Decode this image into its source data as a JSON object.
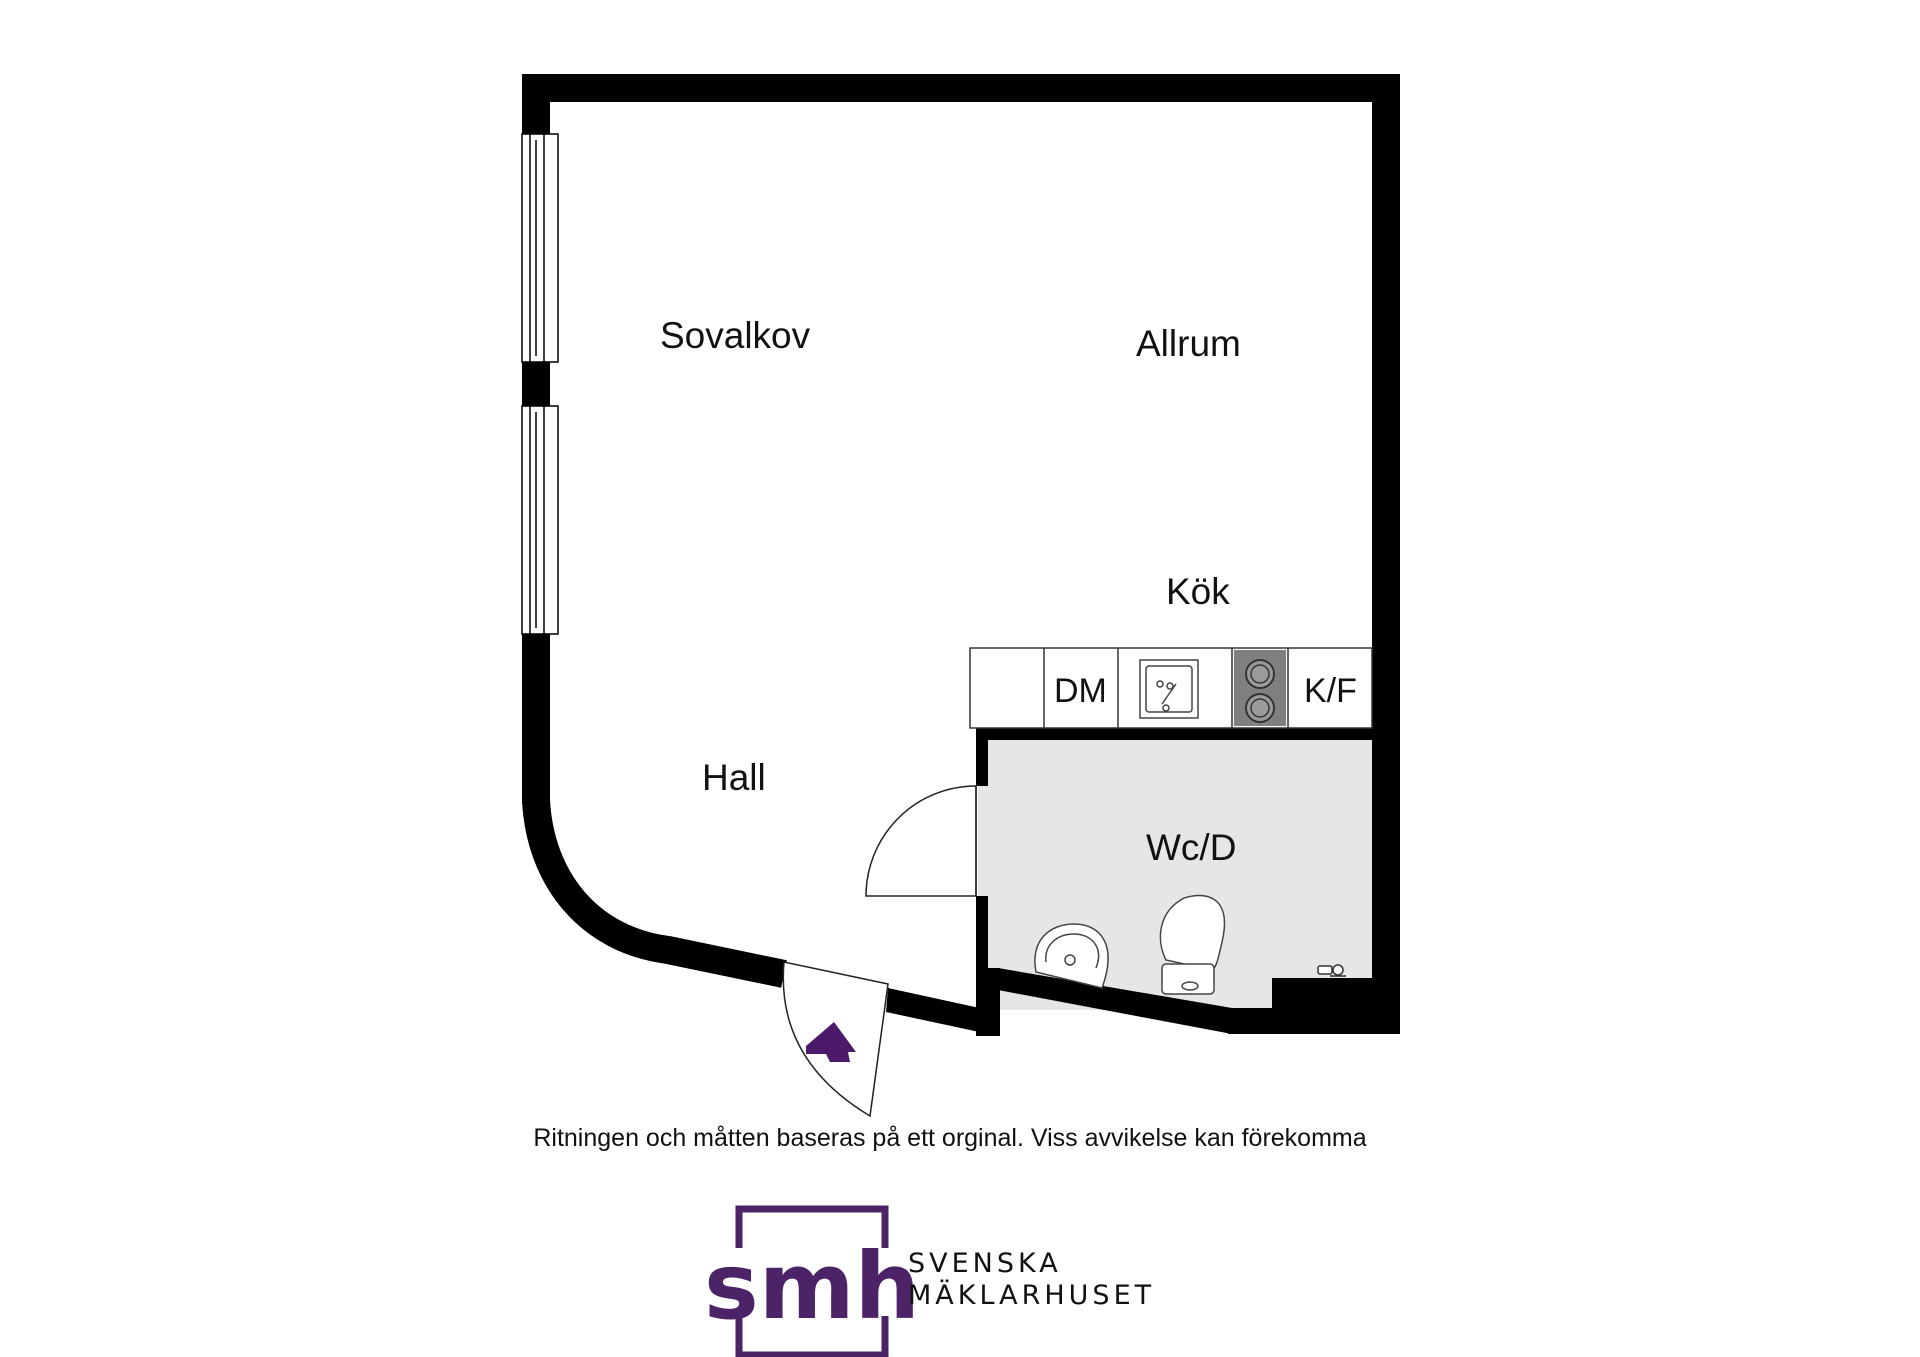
{
  "rooms": {
    "sovalkov": "Sovalkov",
    "allrum": "Allrum",
    "kok": "Kök",
    "hall": "Hall",
    "wc": "Wc/D"
  },
  "fixtures": {
    "dishwasher": "DM",
    "fridge_freezer": "K/F"
  },
  "disclaimer": "Ritningen och måtten baseras på ett orginal. Viss avvikelse kan förekomma",
  "logo": {
    "mark": "smh",
    "line1": "SVENSKA",
    "line2": "MÄKLARHUSET"
  },
  "colors": {
    "wall": "#000000",
    "bathroom_floor": "#e6e6e6",
    "brand": "#4b2366",
    "entrance_arrow": "#4b1a6b"
  }
}
